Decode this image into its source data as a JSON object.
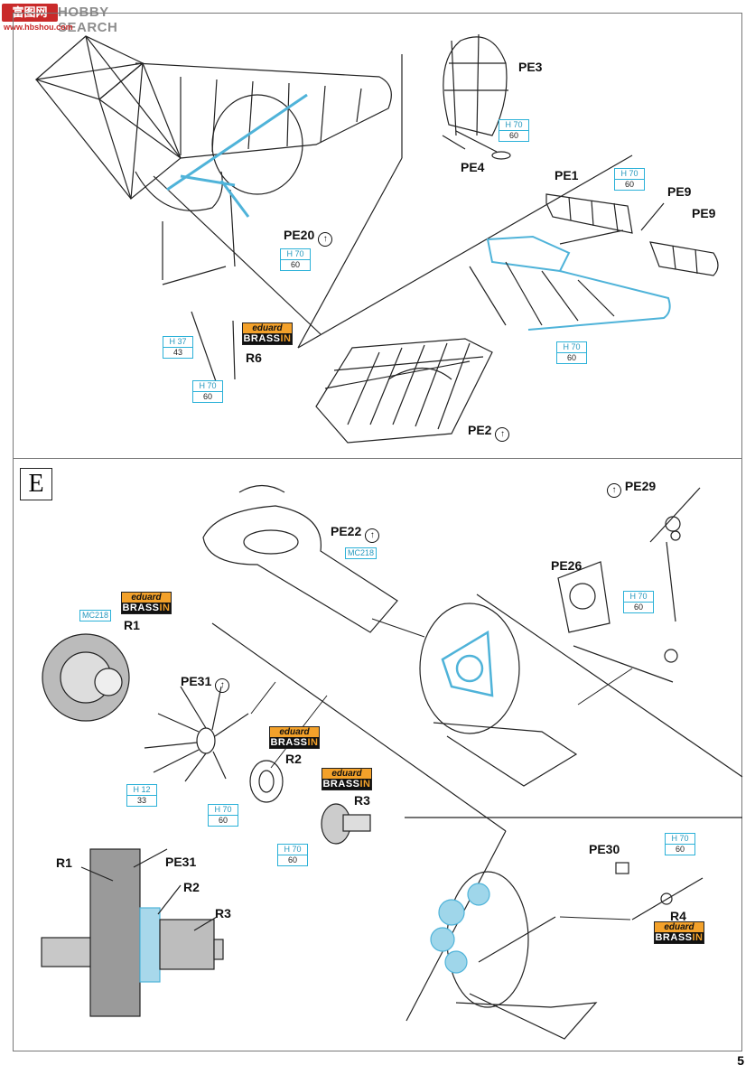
{
  "watermark": {
    "logo": "富图网",
    "site": "HOBBY SEARCH",
    "url": "www.hbshou.com"
  },
  "section": {
    "letter": "E"
  },
  "page_number": "5",
  "brassin": {
    "top": "eduard",
    "bottom_a": "BRASS",
    "bottom_b": "IN"
  },
  "parts": {
    "pe3": "PE3",
    "pe4": "PE4",
    "pe1": "PE1",
    "pe9a": "PE9",
    "pe9b": "PE9",
    "pe20": "PE20",
    "r6": "R6",
    "pe2": "PE2",
    "pe22": "PE22",
    "pe29": "PE29",
    "pe26": "PE26",
    "r1": "R1",
    "pe31": "PE31",
    "r2": "R2",
    "r3": "R3",
    "pe30": "PE30",
    "r4": "R4",
    "det_r1": "R1",
    "det_pe31": "PE31",
    "det_r2": "R2",
    "det_r3": "R3"
  },
  "paint": {
    "h70": "H 70",
    "c60": "60",
    "h37": "H 37",
    "c43": "43",
    "h12": "H 12",
    "c33": "33",
    "mc218": "MC218"
  },
  "colors": {
    "highlight": "#4fb3d9",
    "callout": "#2bb1d8",
    "brassin_orange": "#f19a1a"
  }
}
